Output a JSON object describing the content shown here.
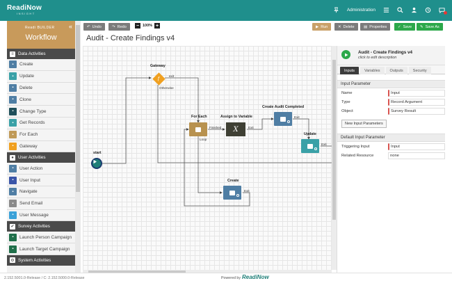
{
  "app": {
    "logo_main": "ReadiNow",
    "logo_sub": "INSIGHT",
    "user_menu": "Administration"
  },
  "colors": {
    "brand": "#1f8f8c",
    "sidebar_header": "#c89a5b",
    "save": "#2ca84a",
    "run": "#c9a068",
    "task": "#4f7ea4",
    "update": "#3aa1a7"
  },
  "sidebar": {
    "subtitle": "Readi BUILDER",
    "title": "Workflow",
    "collapse_icon": "double-chevron-left-icon",
    "sections": [
      {
        "label": "Data Activities",
        "icon": "list-icon",
        "items": [
          {
            "label": "Create",
            "icon": "create-icon",
            "color": "#4f7ea4"
          },
          {
            "label": "Update",
            "icon": "update-icon",
            "color": "#3aa1a7"
          },
          {
            "label": "Delete",
            "icon": "delete-icon",
            "color": "#4f7ea4"
          },
          {
            "label": "Clone",
            "icon": "clone-icon",
            "color": "#4f7ea4"
          },
          {
            "label": "Change Type",
            "icon": "change-type-icon",
            "color": "#1f4f5a"
          },
          {
            "label": "Get Records",
            "icon": "get-records-icon",
            "color": "#3aa1a7"
          },
          {
            "label": "For Each",
            "icon": "for-each-icon",
            "color": "#c09a57"
          },
          {
            "label": "Gateway",
            "icon": "gateway-icon",
            "color": "#f0a020"
          }
        ]
      },
      {
        "label": "User Activities",
        "icon": "user-icon",
        "items": [
          {
            "label": "User Action",
            "icon": "user-action-icon",
            "color": "#4f7ea4"
          },
          {
            "label": "User Input",
            "icon": "user-input-icon",
            "color": "#3a55a8"
          },
          {
            "label": "Navigate",
            "icon": "navigate-icon",
            "color": "#4f7ea4"
          },
          {
            "label": "Send Email",
            "icon": "email-icon",
            "color": "#8a8a8a"
          },
          {
            "label": "User Message",
            "icon": "message-icon",
            "color": "#3aa1d8"
          }
        ]
      },
      {
        "label": "Survey Activities",
        "icon": "survey-icon",
        "items": [
          {
            "label": "Launch Person Campaign",
            "icon": "campaign-icon",
            "color": "#1f6f4a"
          },
          {
            "label": "Launch Target Campaign",
            "icon": "campaign-icon",
            "color": "#1f6f4a"
          }
        ]
      },
      {
        "label": "System Activities",
        "icon": "gears-icon",
        "items": []
      }
    ]
  },
  "toolbar": {
    "undo": "Undo",
    "redo": "Redo",
    "zoom": "100%",
    "run": "Run",
    "delete": "Delete",
    "properties": "Properties",
    "save": "Save",
    "save_as": "Save As"
  },
  "page": {
    "title": "Audit - Create Findings v4"
  },
  "workflow": {
    "nodes": {
      "gateway": "Gateway",
      "start": "start",
      "for_each": "For Each",
      "assign": "Assign to Variable",
      "create_completed": "Create Audit Completed",
      "update": "Update",
      "create": "Create"
    },
    "edges": {
      "gateway_exit": "exit",
      "gateway_otherwise": "Otherwise",
      "finished": "Finished",
      "loop": "Loop",
      "assign_exit": "Exit",
      "completed_exit": "Exit",
      "update_exit": "Exit",
      "create_exit": "Exit"
    }
  },
  "panel": {
    "title": "Audit - Create Findings v4",
    "subtitle": "click to edit description",
    "tabs": [
      "Inputs",
      "Variables",
      "Outputs",
      "Security"
    ],
    "input_section": "Input Parameter",
    "input_rows": [
      {
        "label": "Name",
        "value": "Input"
      },
      {
        "label": "Type",
        "value": "Record Argument"
      },
      {
        "label": "Object",
        "value": "Survey Result"
      }
    ],
    "new_input_button": "New Input Parameters",
    "default_section": "Default Input Parameter",
    "default_rows": [
      {
        "label": "Triggering Input",
        "value": "Input"
      },
      {
        "label": "Related Resource",
        "value": "none"
      }
    ]
  },
  "footer": {
    "version": "2.152.5001.0-Release / C: 2.152.5000.0-Release",
    "powered_by": "Powered by",
    "brand": "ReadiNow"
  }
}
